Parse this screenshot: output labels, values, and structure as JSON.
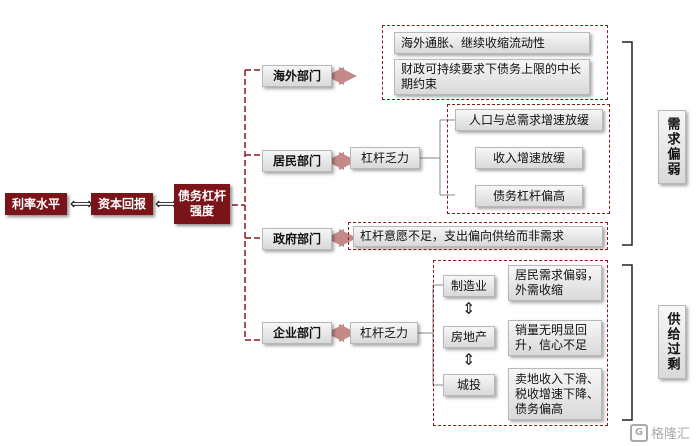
{
  "chain": {
    "rate": "利率水平",
    "capital": "资本回报",
    "leverage": "债务杠杆强度"
  },
  "sectors": {
    "overseas": "海外部门",
    "household": "居民部门",
    "government": "政府部门",
    "enterprise": "企业部门"
  },
  "overseas_notes": [
    "海外通胀、继续收缩流动性",
    "财政可持续要求下债务上限的中长期约束"
  ],
  "household_mid": "杠杆乏力",
  "household_notes": [
    "人口与总需求增速放缓",
    "收入增速放缓",
    "债务杠杆偏高"
  ],
  "government_note": "杠杆意愿不足，支出偏向供给而非需求",
  "enterprise_mid": "杠杆乏力",
  "enterprise_industries": [
    "制造业",
    "房地产",
    "城投"
  ],
  "enterprise_notes": [
    "居民需求偏弱，外需收缩",
    "销量无明显回升，信心不足",
    "卖地收入下滑、税收增速下降、债务偏高"
  ],
  "side_labels": {
    "demand": "需求偏弱",
    "supply": "供给过剩"
  },
  "watermark": "格隆汇",
  "colors": {
    "accent": "#7b1418",
    "dash": "#8b1a1a",
    "arrow": "#c58a87"
  }
}
